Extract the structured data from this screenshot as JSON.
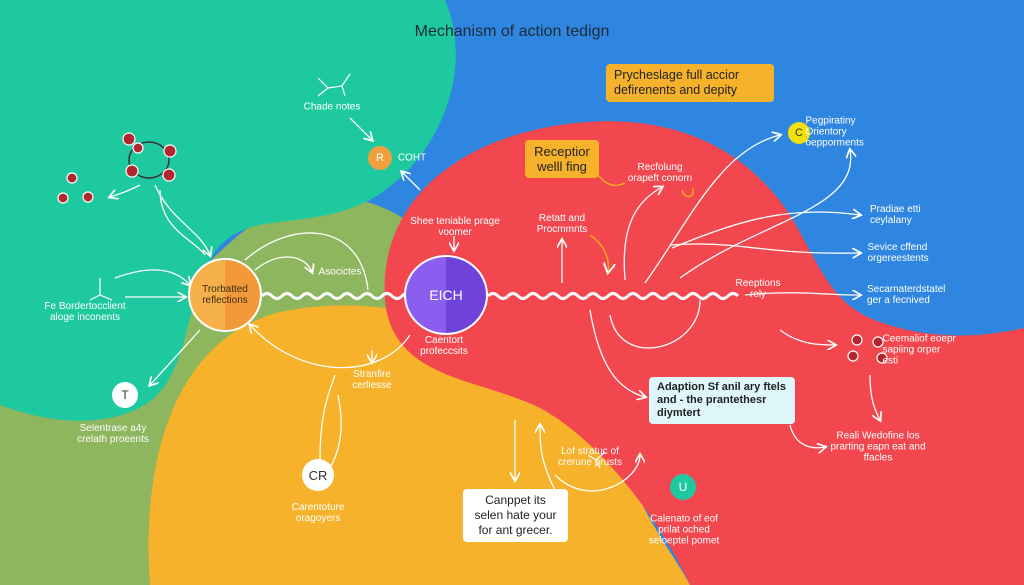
{
  "title": "Mechanism of action tedign",
  "colors": {
    "blue": "#2f86e0",
    "teal": "#1fc99f",
    "olive": "#8db65e",
    "yellow": "#f5b22a",
    "red": "#f2474e",
    "purple": "#7b4fe0",
    "orange": "#f2a03d"
  },
  "nodes": {
    "center_left": "Trorbatted reflections",
    "center_right": "EICH",
    "r_node": "R",
    "c_node": "C",
    "t_node": "T",
    "cr_node": "CR",
    "u_node": "U"
  },
  "callouts": {
    "top_box": "Prycheslage full accior defirenents and depity",
    "receptor_box": "Receptior welll fing",
    "adaptation_box": "Adaption Sf anil ary ftels and - the prantethesr diymtert",
    "bottom_box": "Canppet its selen hate your for ant grecer."
  },
  "labels": {
    "chade_notes": "Chade notes",
    "cocht": "COHT",
    "left_components": "Fe Bordertocclient aloge inconents",
    "associates": "Asocictes",
    "shee_label": "Shee teniable prage voomer",
    "constant_products": "Caentort profeccsits",
    "rectal_procedures": "Retatt and Procmmnts",
    "receptor_concern": "Recfolung orapeft conorn",
    "peculiarity": "Pegpiratiny Orientory oepporments",
    "pradiae": "Pradiae etti ceylalany",
    "service": "Sevice cffend orgereestents",
    "receptors_rely": "Reeptions rely",
    "secondary": "Secarnaterdstatel ger a fecnived",
    "connectors": "Ceemaliof eoepr sapiing orper esti",
    "selective": "Selentrase a4y crelath proeents",
    "stratifies": "Stranfire cerliesse",
    "constitute": "Carentoture oragoyers",
    "lot_status": "Lof stratuc of crerune prusts",
    "calendar": "Calenato of eof prilat oched seloeptel pomet",
    "results": "Reali Wedofine los prarting eapn eat and ffacles"
  }
}
